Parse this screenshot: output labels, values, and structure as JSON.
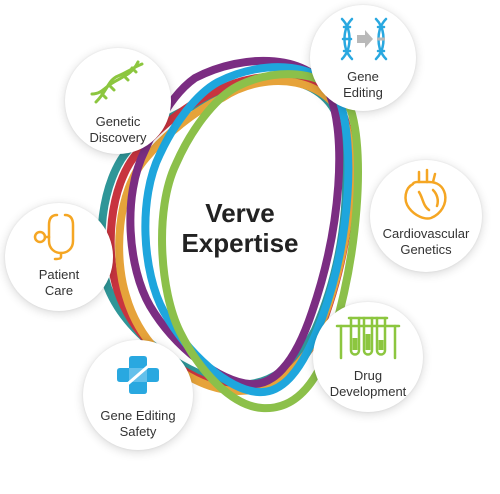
{
  "center": {
    "line1": "Verve",
    "line2": "Expertise"
  },
  "colors": {
    "ring_purple": "#7b2d82",
    "ring_blue": "#1ea6dd",
    "ring_green": "#8cc04a",
    "ring_teal": "#2f9698",
    "ring_red": "#c8343f",
    "ring_orange": "#e6a33a",
    "icon_green": "#8cc63f",
    "icon_blue": "#29a8e0",
    "icon_orange": "#f5a623"
  },
  "nodes": {
    "genetic_discovery": {
      "line1": "Genetic",
      "line2": "Discovery",
      "icon": "dna-helix-icon"
    },
    "gene_editing": {
      "line1": "Gene",
      "line2": "Editing",
      "icon": "dna-edit-icon"
    },
    "cardiovascular_genetics": {
      "line1": "Cardiovascular",
      "line2": "Genetics",
      "icon": "heart-icon"
    },
    "patient_care": {
      "line1": "Patient",
      "line2": "Care",
      "icon": "stethoscope-icon"
    },
    "drug_development": {
      "line1": "Drug",
      "line2": "Development",
      "icon": "test-tubes-icon"
    },
    "gene_editing_safety": {
      "line1": "Gene Editing",
      "line2": "Safety",
      "icon": "safety-cross-icon"
    }
  }
}
